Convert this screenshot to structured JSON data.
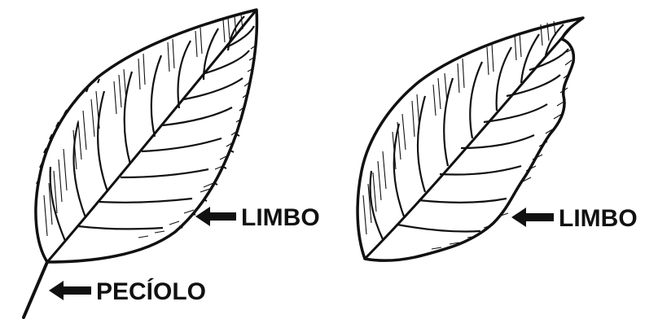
{
  "labels": {
    "left_blade": "LIMBO",
    "left_petiole": "PECÍOLO",
    "right_blade": "LIMBO"
  },
  "colors": {
    "ink": "#111111",
    "paper": "#ffffff"
  },
  "icons": {
    "arrow": "left-arrow-icon"
  }
}
